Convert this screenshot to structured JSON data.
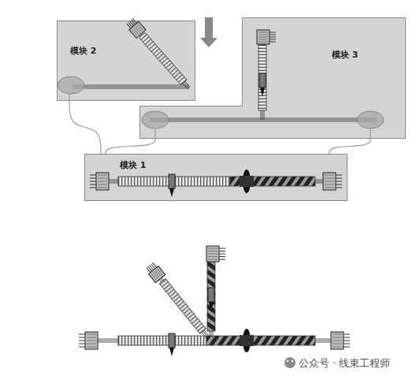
{
  "diagram": {
    "nodes": [
      {
        "text": [
          "模块 2"
        ]
      },
      {
        "text": [
          "模块 3"
        ]
      },
      {
        "text": [
          "模块 1"
        ]
      }
    ],
    "edges": [
      {
        "from": 0,
        "to": 2,
        "arrow": "none"
      },
      {
        "from": 1,
        "to": 2,
        "arrow": "none"
      },
      {
        "from": 1,
        "to": 2,
        "arrow": "none"
      }
    ],
    "labels": [
      "公众号 · 线束工程师"
    ]
  }
}
